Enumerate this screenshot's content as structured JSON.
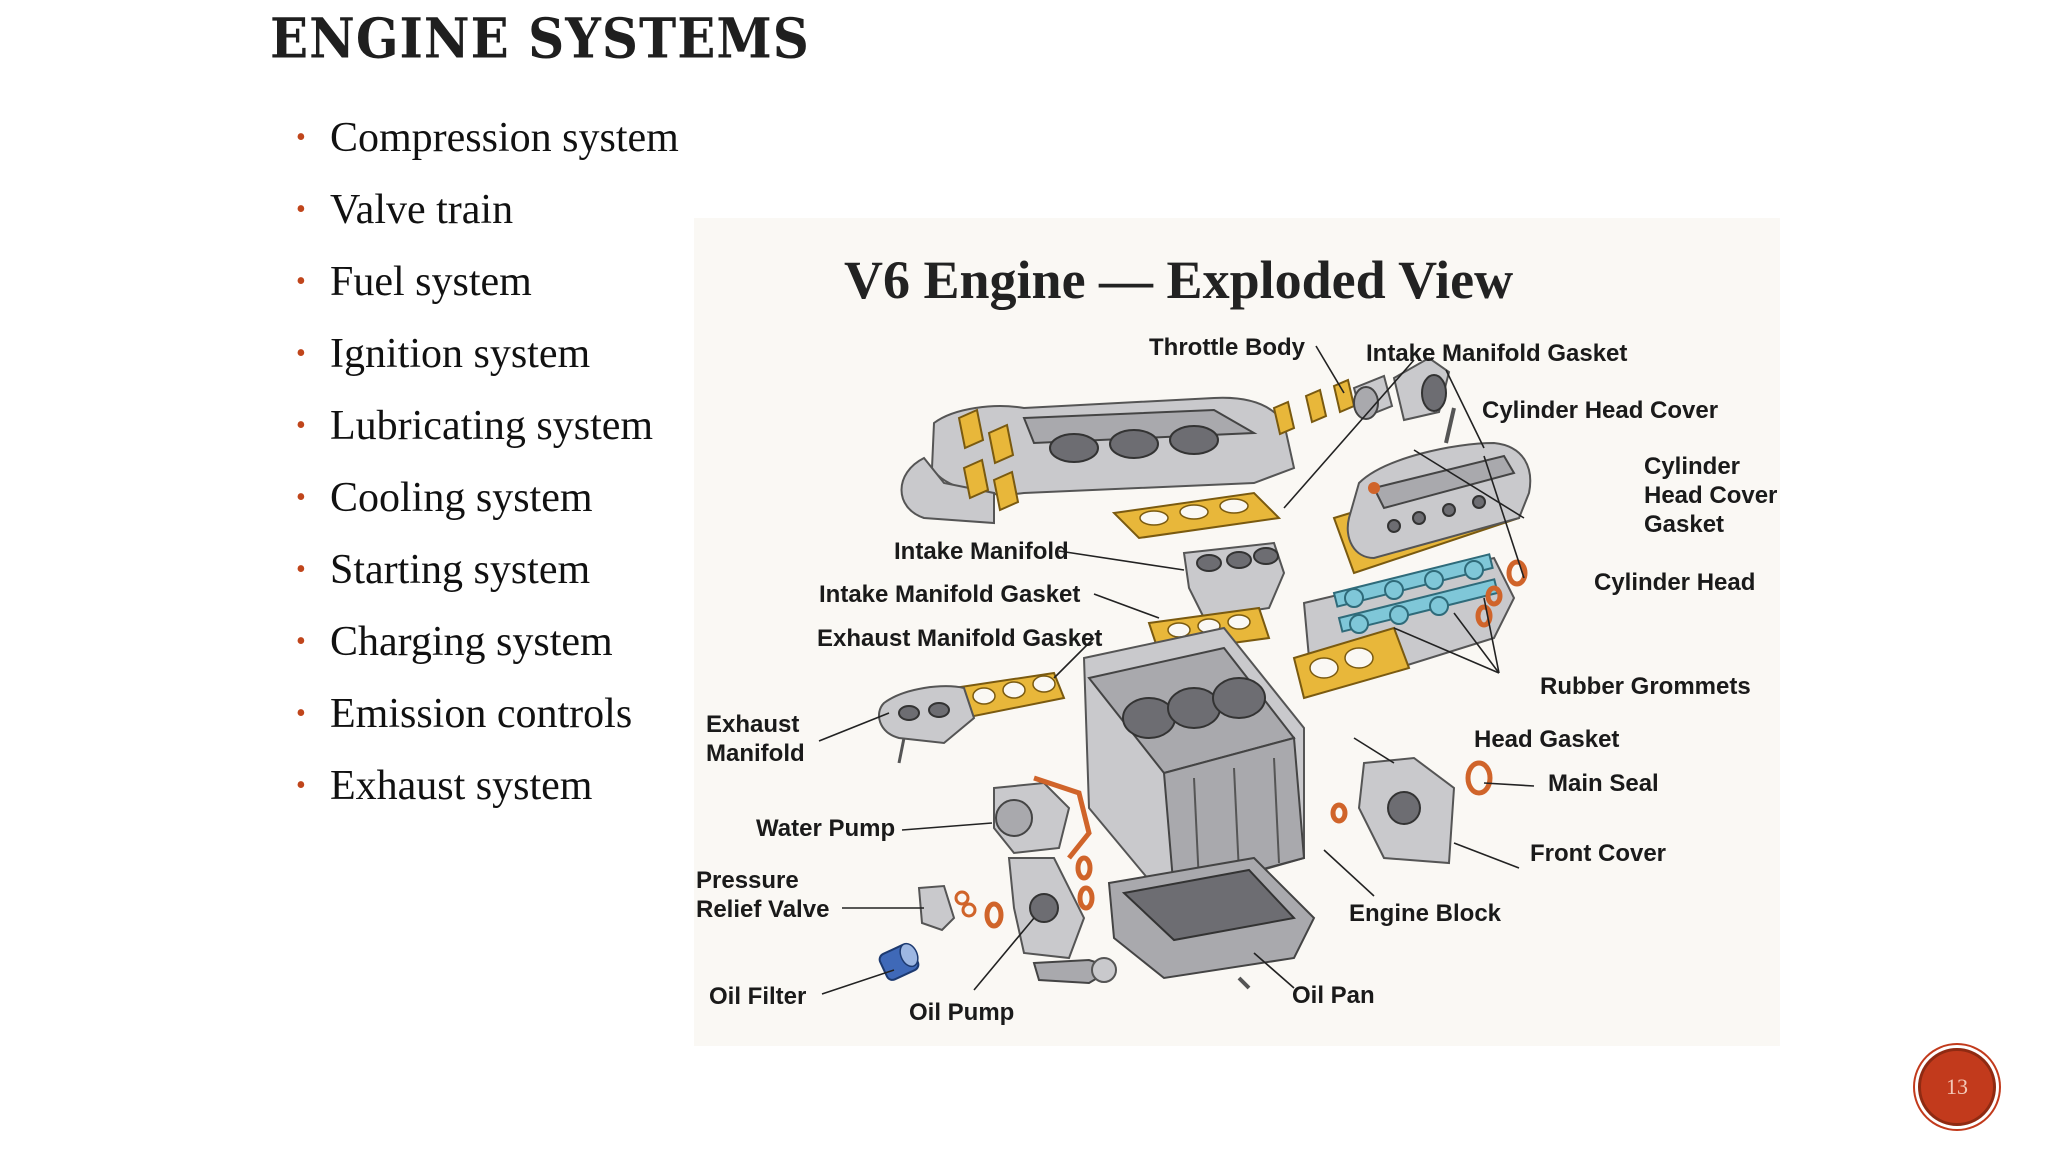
{
  "slide": {
    "title": "Engine Systems",
    "bullets": [
      "Compression system",
      "Valve train",
      "Fuel system",
      "Ignition system",
      "Lubricating system",
      "Cooling system",
      "Starting system",
      "Charging system",
      "Emission controls",
      "Exhaust system"
    ],
    "page_number": "13",
    "accent_color": "#c23a1c"
  },
  "figure": {
    "title": "V6  Engine — Exploded View",
    "labels": {
      "throttle_body": "Throttle Body",
      "intake_manifold_gasket_top": "Intake Manifold Gasket",
      "cylinder_head_cover": "Cylinder Head Cover",
      "cylinder_head_cover_gasket_1": "Cylinder",
      "cylinder_head_cover_gasket_2": "Head Cover",
      "cylinder_head_cover_gasket_3": "Gasket",
      "cylinder_head": "Cylinder Head",
      "intake_manifold": "Intake Manifold",
      "intake_manifold_gasket": "Intake Manifold Gasket",
      "exhaust_manifold_gasket": "Exhaust Manifold Gasket",
      "rubber_grommets": "Rubber Grommets",
      "exhaust_manifold_1": "Exhaust",
      "exhaust_manifold_2": "Manifold",
      "head_gasket": "Head Gasket",
      "main_seal": "Main Seal",
      "water_pump": "Water Pump",
      "front_cover": "Front Cover",
      "pressure_relief_valve_1": "Pressure",
      "pressure_relief_valve_2": "Relief Valve",
      "engine_block": "Engine Block",
      "oil_filter": "Oil Filter",
      "oil_pump": "Oil Pump",
      "oil_pan": "Oil Pan"
    }
  }
}
